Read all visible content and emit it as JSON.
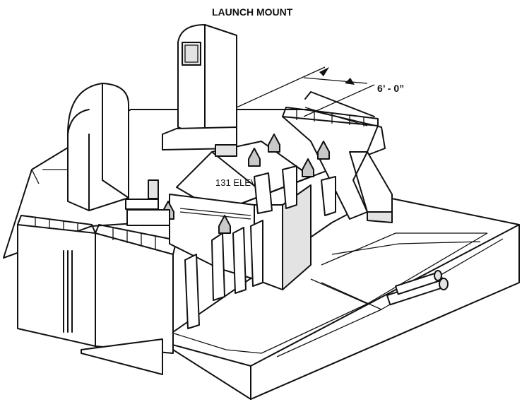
{
  "title": "LAUNCH MOUNT",
  "labels": {
    "elevation": "131 ELEV.",
    "dimension": "6’ - 0”"
  }
}
